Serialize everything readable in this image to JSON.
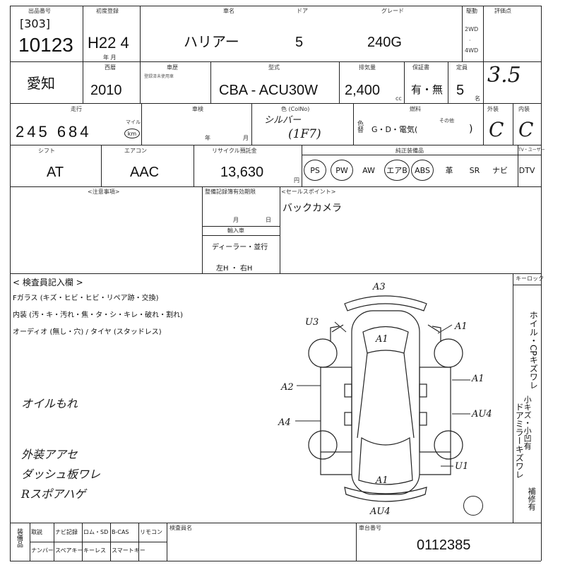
{
  "header": {
    "exhibit_label": "出品番号",
    "lot_prefix": "[303]",
    "lot_number": "10123",
    "first_reg_label": "初度登録",
    "first_reg_value": "H22 4",
    "first_reg_unit": "年 月",
    "model_name_label": "車名",
    "model_name": "ハリアー",
    "door_label": "ドア",
    "doors": "5",
    "grade_label": "グレード",
    "grade": "240G",
    "drive_label": "駆動",
    "drive_2wd": "2WD",
    "drive_4wd": "4WD",
    "score_label": "評価点",
    "score": "3.5"
  },
  "row2": {
    "region": "愛知",
    "year_label": "西暦",
    "year": "2010",
    "history_label": "車歴",
    "history_note": "登録済未使用車",
    "model_code_label": "型式",
    "model_code": "CBA - ACU30W",
    "displacement_label": "排気量",
    "displacement": "2,400",
    "displacement_unit": "cc",
    "warranty_label": "保証書",
    "warranty": "有・無",
    "capacity_label": "定員",
    "capacity": "5",
    "capacity_unit": "名"
  },
  "row3": {
    "mileage_label": "走行",
    "mileage": "245 684",
    "mileage_unit_mile": "マイル",
    "mileage_unit_km": "km",
    "inspection_label": "車検",
    "inspection_year": "年",
    "inspection_month": "月",
    "color_label": "色 (ColNo)",
    "color_value": "シルバー",
    "color_code": "(1F7)",
    "color_change_label": "色替",
    "fuel_label": "燃料",
    "fuel_options": "G・D・電気(",
    "fuel_other": "その他",
    "fuel_close": ")",
    "exterior_label": "外装",
    "exterior": "C",
    "interior_label": "内装",
    "interior": "C"
  },
  "row4": {
    "shift_label": "シフト",
    "shift": "AT",
    "ac_label": "エアコン",
    "ac": "AAC",
    "recycle_label": "リサイクル預託金",
    "recycle": "13,630",
    "recycle_unit": "円",
    "equipment_label": "純正装備品",
    "equipment": [
      {
        "label": "PS",
        "circled": true
      },
      {
        "label": "PW",
        "circled": true
      },
      {
        "label": "AW",
        "circled": false
      },
      {
        "label": "エアB",
        "circled": true
      },
      {
        "label": "ABS",
        "circled": true
      },
      {
        "label": "革",
        "circled": false
      },
      {
        "label": "SR",
        "circled": false
      },
      {
        "label": "ナビ",
        "circled": false
      },
      {
        "label": "DTV",
        "circled": false
      }
    ],
    "tv_label": "TV・ユーザー"
  },
  "notes": {
    "caution_label": "<注意事項>",
    "ledger_label": "整備記録簿有効期限",
    "ledger_month": "月",
    "ledger_day": "日",
    "import_label": "輸入車",
    "import_type": "ディーラー・並行",
    "steering": "左H ・ 右H",
    "sales_label": "<セールスポイント>",
    "sales_point": "バックカメラ"
  },
  "inspector": {
    "title": "< 検査員記入欄 >",
    "windshield": "Fガラス (キズ・ヒビ・ヒビ・リペア跡・交換)",
    "interior": "内装 (汚・キ・汚れ・焦・タ・シ・キレ・破れ・割れ)",
    "audio": "オーディオ (無し・穴) / タイヤ (スタッドレス)",
    "handwritten": [
      "オイルもれ",
      "外装アアセ",
      "ダッシュ板ワレ",
      "Rスポアハゲ"
    ],
    "key_label": "キーロック",
    "right_notes": [
      "ホイル・CPキズワレ",
      "ドアミラーキズワレ",
      "小キズ・小凹有",
      "補修有"
    ]
  },
  "diagram": {
    "marks": [
      "A3",
      "U3",
      "A1",
      "A1",
      "A1",
      "A2",
      "A1",
      "AU4",
      "A4",
      "U1",
      "A1",
      "AU4"
    ]
  },
  "footer": {
    "items_label": "装備品",
    "items_row1": [
      "取説",
      "ナビ記録",
      "ロム・SD",
      "B-CAS",
      "リモコン"
    ],
    "items_row2": [
      "ナンバー",
      "スペアキー",
      "キーレス",
      "スマートキー"
    ],
    "inspector_label": "検査員名",
    "serial_label": "車台番号",
    "serial": "0112385"
  }
}
